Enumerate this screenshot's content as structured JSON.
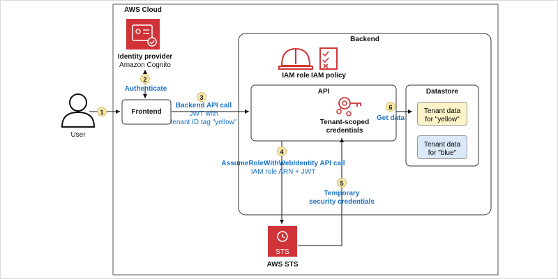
{
  "cloud_title": "AWS Cloud",
  "user_label": "User",
  "identity": {
    "title": "Identity provider",
    "subtitle": "Amazon Cognito"
  },
  "frontend_label": "Frontend",
  "backend_title": "Backend",
  "iam_role_label": "IAM role",
  "iam_policy_label": "IAM policy",
  "api_title": "API",
  "tenant_creds": {
    "line1": "Tenant-scoped",
    "line2": "credentials"
  },
  "datastore_title": "Datastore",
  "tenant_yellow": {
    "line1": "Tenant data",
    "line2": "for \"yellow\"",
    "color": "#fdf3c8"
  },
  "tenant_blue": {
    "line1": "Tenant data",
    "line2": "for \"blue\"",
    "color": "#dbe8f8"
  },
  "sts_label": "AWS STS",
  "sts_icon_text": "STS",
  "steps": {
    "s1": "1",
    "s2": "2",
    "s3": "3",
    "s4": "4",
    "s5": "5",
    "s6": "6",
    "authenticate": "Authenticate",
    "backend_call": "Backend API call",
    "jwt_with": "JWT with",
    "tenant_tag": "tenant ID tag \"yellow\"",
    "assume_role": "AssumeRoleWithWebIdentity API call",
    "role_arn": "IAM role ARN + JWT",
    "temporary": "Temporary",
    "security_creds": "security credentials",
    "get_data": "Get data"
  },
  "colors": {
    "aws_red": "#d13438",
    "link_blue": "#1a73c7",
    "badge": "#f6e7a8"
  }
}
